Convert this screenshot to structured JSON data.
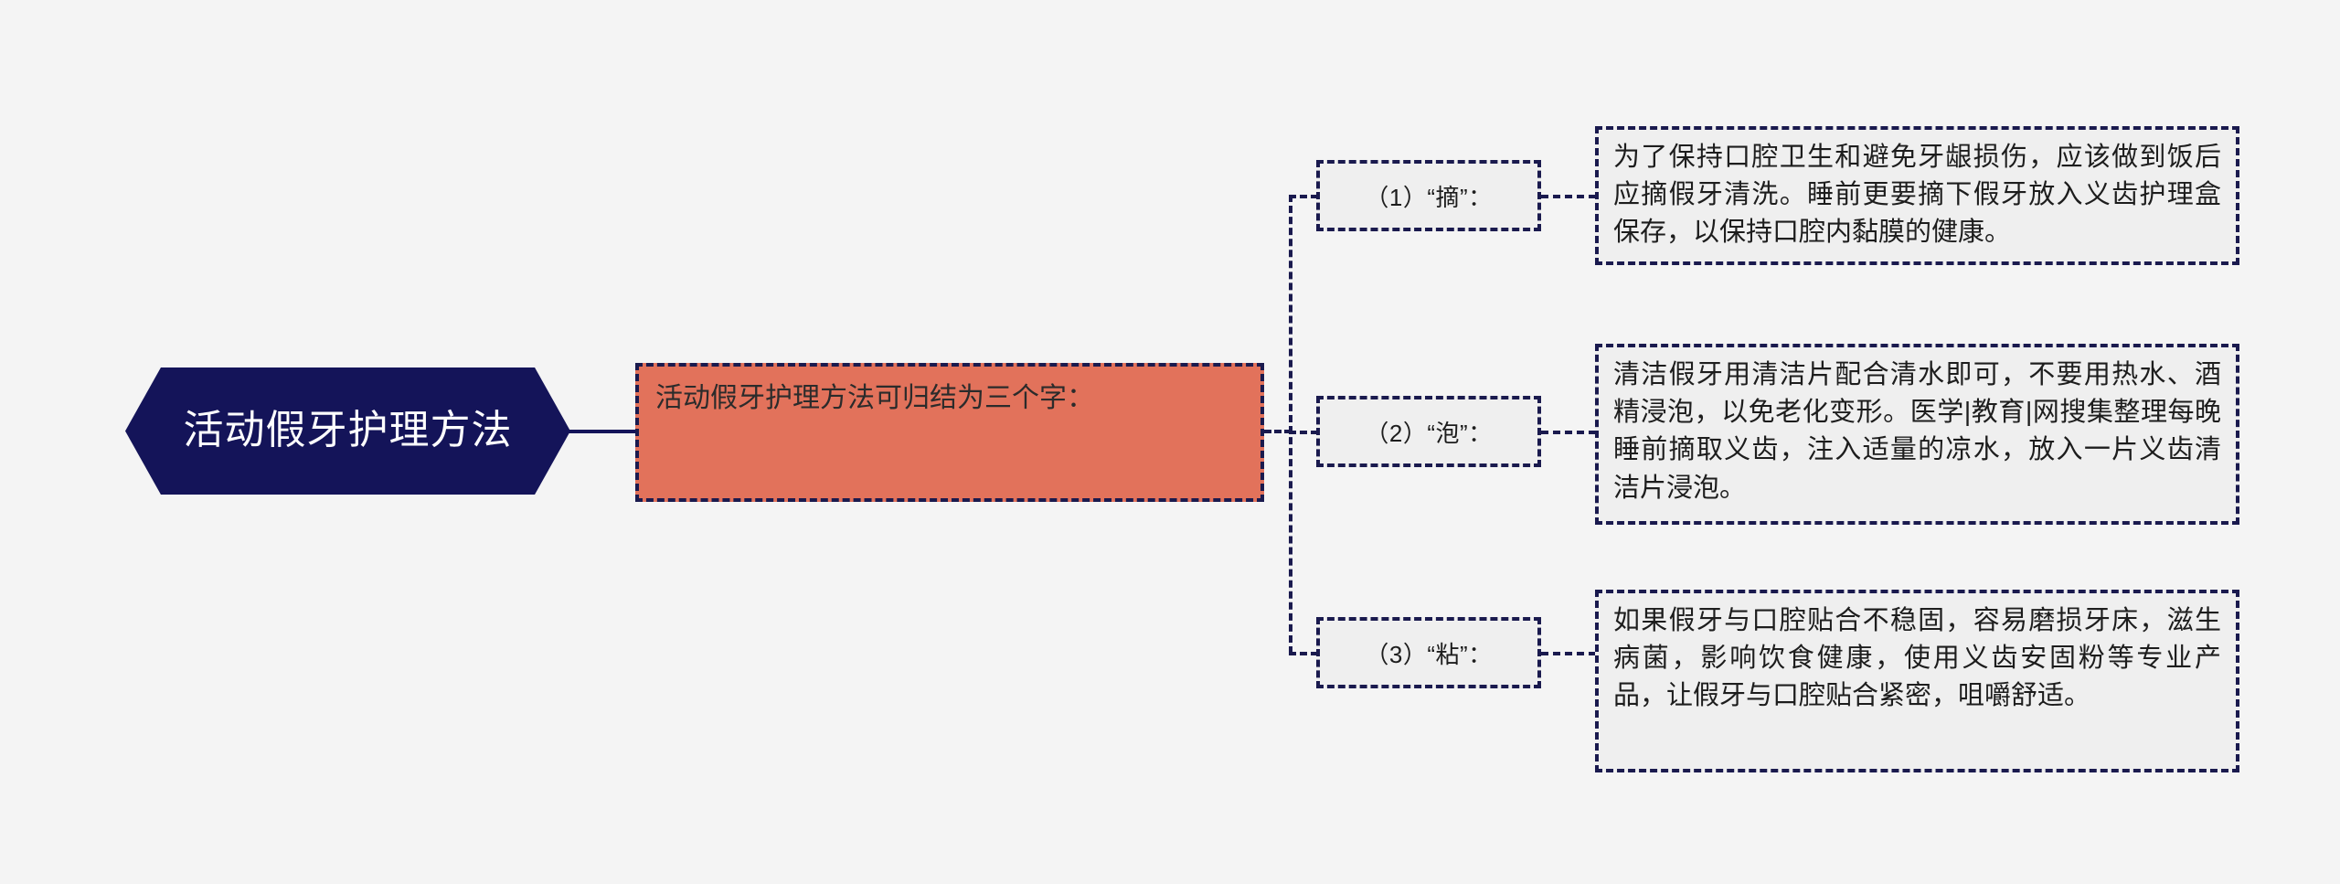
{
  "diagram": {
    "type": "mindmap",
    "background_color": "#f4f4f4",
    "root": {
      "label": "活动假牙护理方法",
      "fill_color": "#141459",
      "text_color": "#ffffff",
      "shape": "hexagon"
    },
    "summary": {
      "text": "活动假牙护理方法可归结为三个字：",
      "fill_color": "#e2725b",
      "border_color": "#1a1a4e"
    },
    "branches": [
      {
        "key": "（1）“摘”：",
        "detail": "为了保持口腔卫生和避免牙龈损伤，应该做到饭后应摘假牙清洗。睡前更要摘下假牙放入义齿护理盒保存，以保持口腔内黏膜的健康。"
      },
      {
        "key": "（2）“泡”：",
        "detail": "清洁假牙用清洁片配合清水即可，不要用热水、酒精浸泡，以免老化变形。医学|教育|网搜集整理每晚睡前摘取义齿，注入适量的凉水，放入一片义齿清洁片浸泡。"
      },
      {
        "key": "（3）“粘”：",
        "detail": "如果假牙与口腔贴合不稳固，容易磨损牙床，滋生病菌，影响饮食健康，使用义齿安固粉等专业产品，让假牙与口腔贴合紧密，咀嚼舒适。"
      }
    ],
    "colors": {
      "navy": "#141459",
      "dash_navy": "#1a1a4e",
      "salmon": "#e2725b",
      "node_fill": "#efefef",
      "page_bg": "#f4f4f4"
    }
  }
}
